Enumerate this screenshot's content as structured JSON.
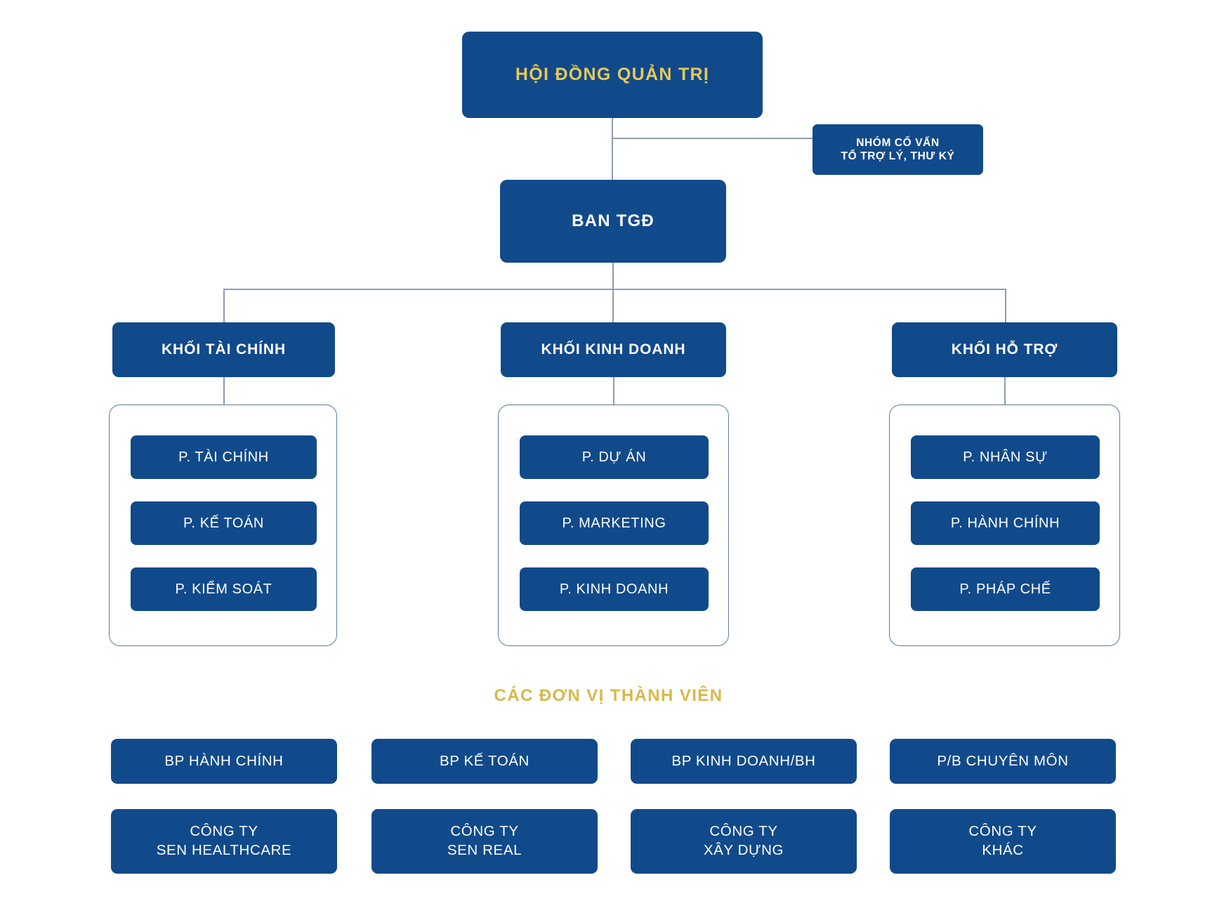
{
  "colors": {
    "box_fill": "#114a8a",
    "box_text": "#ffffff",
    "gold_text": "#e8c85a",
    "section_title": "#d9b84a",
    "connector": "#8d9db1",
    "bracket_border": "#5d7b9c",
    "background": "#ffffff"
  },
  "top": {
    "board_label": "HỘI ĐỒNG QUẢN TRỊ",
    "advisors_line1": "NHÓM CỐ VẤN",
    "advisors_line2": "TỔ TRỢ LÝ, THƯ KÝ",
    "ceo_label": "BAN TGĐ"
  },
  "divisions": [
    {
      "head": "KHỐI TÀI CHÍNH",
      "departments": [
        "P. TÀI CHÍNH",
        "P. KẾ TOÁN",
        "P. KIỂM SOÁT"
      ]
    },
    {
      "head": "KHỐI KINH DOANH",
      "departments": [
        "P. DỰ ÁN",
        "P. MARKETING",
        "P. KINH DOANH"
      ]
    },
    {
      "head": "KHỐI HỖ TRỢ",
      "departments": [
        "P. NHÂN SỰ",
        "P. HÀNH CHÍNH",
        "P. PHÁP CHẾ"
      ]
    }
  ],
  "members": {
    "title": "CÁC ĐƠN VỊ THÀNH VIÊN",
    "units": [
      "BP HÀNH CHÍNH",
      "BP KẾ TOÁN",
      "BP KINH DOANH/BH",
      "P/B CHUYÊN MÔN"
    ],
    "companies": [
      {
        "line1": "CÔNG TY",
        "line2": "SEN HEALTHCARE"
      },
      {
        "line1": "CÔNG TY",
        "line2": "SEN REAL"
      },
      {
        "line1": "CÔNG TY",
        "line2": "XÂY DỰNG"
      },
      {
        "line1": "CÔNG TY",
        "line2": "KHÁC"
      }
    ]
  }
}
